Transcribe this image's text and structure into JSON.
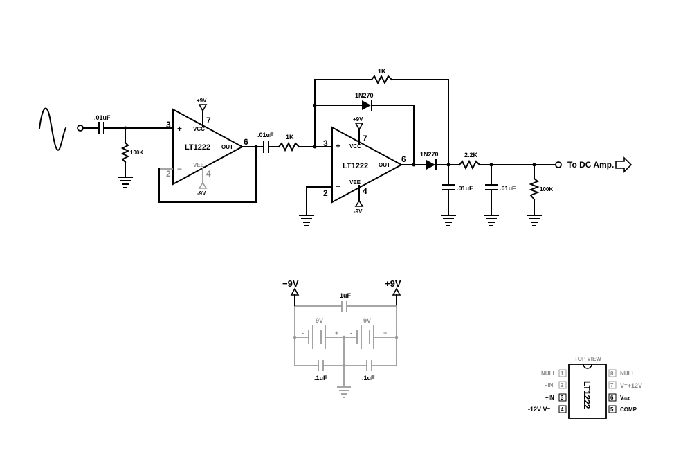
{
  "input_cap": ".01uF",
  "input_res": "100K",
  "amp1": {
    "name": "LT1222",
    "pin_plus": "3",
    "pin_minus": "2",
    "pin_out": "6",
    "pin_vcc": "7",
    "pin_vee": "4",
    "vcc": "VCC",
    "vee": "VEE",
    "out": "OUT",
    "supply_pos": "+9V",
    "supply_neg": "-9V",
    "plus_sign": "+",
    "minus_sign": "−"
  },
  "coupling_cap": ".01uF",
  "series_res": "1K",
  "amp2": {
    "name": "LT1222",
    "pin_plus": "3",
    "pin_minus": "2",
    "pin_out": "6",
    "pin_vcc": "7",
    "pin_vee": "4",
    "vcc": "VCC",
    "vee": "VEE",
    "out": "OUT",
    "supply_pos": "+9V",
    "supply_neg": "-9V",
    "plus_sign": "+",
    "minus_sign": "−"
  },
  "feedback_res": "1K",
  "feedback_diode": "1N270",
  "output_diode": "1N270",
  "filter_cap_1": ".01uF",
  "filter_res": "2.2K",
  "filter_cap_2": ".01uF",
  "load_res": "100K",
  "output_label": "To DC Amp.",
  "supply": {
    "neg": "−9V",
    "pos": "+9V",
    "top_cap": "1uF",
    "battery_left": "9V",
    "battery_right": "9V",
    "cap_left": ".1uF",
    "cap_right": ".1uF",
    "plus": "+",
    "minus": "-"
  },
  "pinout": {
    "title": "TOP VIEW",
    "chip": "LT1222",
    "left_pins": [
      {
        "num": "1",
        "label": "NULL"
      },
      {
        "num": "2",
        "label": "–IN"
      },
      {
        "num": "3",
        "label": "+IN"
      },
      {
        "num": "4",
        "label": "-12V V⁻"
      }
    ],
    "right_pins": [
      {
        "num": "8",
        "label": "NULL"
      },
      {
        "num": "7",
        "label": "V⁺+12V"
      },
      {
        "num": "6",
        "label": "Vₒᵤₜ"
      },
      {
        "num": "5",
        "label": "COMP"
      }
    ]
  }
}
